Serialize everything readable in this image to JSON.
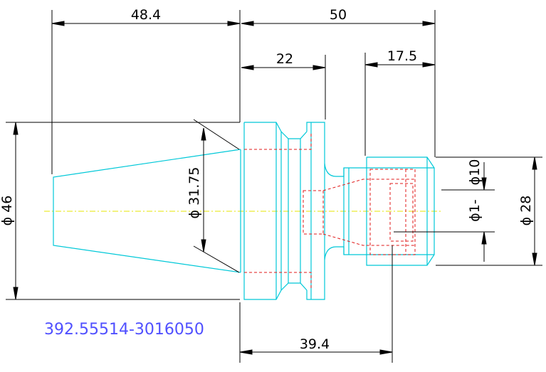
{
  "drawing": {
    "part_number": "392.55514-3016050",
    "dimensions": {
      "overall_left": "48.4",
      "overall_right": "50",
      "flange_width": "22",
      "nose_length": "17.5",
      "taper_diameter": "ϕ 46",
      "gauge_diameter": "ϕ 31.75",
      "bore_diameter": "ϕ10",
      "clamp_range": "ϕ1-",
      "nut_diameter": "ϕ 28",
      "bottom_length": "39.4"
    },
    "colors": {
      "outline": "#00c8d8",
      "hidden": "#e01818",
      "centerline": "#e6e600",
      "dimension": "#000000",
      "part_number": "#5050ff"
    }
  }
}
